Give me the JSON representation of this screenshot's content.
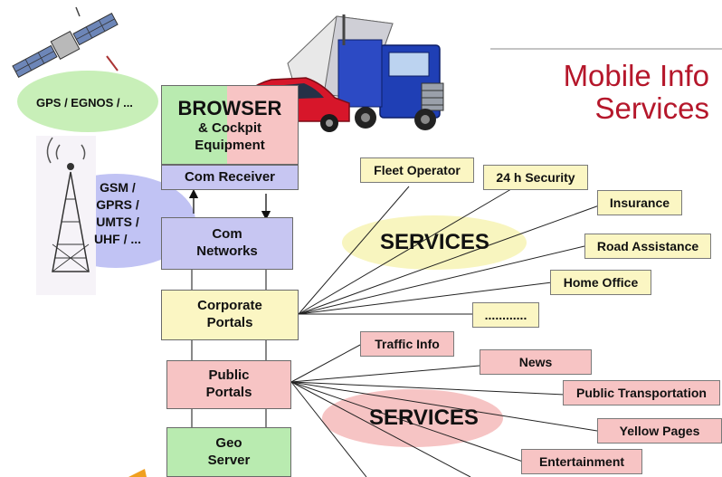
{
  "title": {
    "line1": "Mobile Info",
    "line2": "Services"
  },
  "left": {
    "gps_label": "GPS / EGNOS / ...",
    "network_lines": [
      "GSM /",
      "GPRS /",
      "UMTS /",
      "UHF / ..."
    ]
  },
  "stack": {
    "browser": {
      "title": "BROWSER",
      "line1": "& Cockpit",
      "line2": "Equipment"
    },
    "com_receiver": "Com Receiver",
    "com_networks": [
      "Com",
      "Networks"
    ],
    "corporate_portals": [
      "Corporate",
      "Portals"
    ],
    "public_portals": [
      "Public",
      "Portals"
    ],
    "geo_server": [
      "Geo",
      "Server"
    ]
  },
  "hubs": {
    "corporate": "SERVICES",
    "public": "SERVICES"
  },
  "corporate_services": [
    "Fleet Operator",
    "24 h Security",
    "Insurance",
    "Road Assistance",
    "Home Office",
    "............"
  ],
  "public_services": [
    "Traffic Info",
    "News",
    "Public Transportation",
    "Yellow Pages",
    "Entertainment"
  ],
  "colors": {
    "title": "#b5172b",
    "green": "#b9ebb0",
    "pink": "#f7c4c4",
    "yellow": "#fbf6c3",
    "lavender": "#c7c6f2",
    "ellipse_yellow": "#f8f5bf",
    "ellipse_pink": "#f6c4c4",
    "ellipse_green": "#c8efb8",
    "ellipse_lavender": "#c1c3f4"
  },
  "icons": [
    "satellite-icon",
    "truck-icon",
    "car-icon",
    "radio-tower-icon"
  ]
}
